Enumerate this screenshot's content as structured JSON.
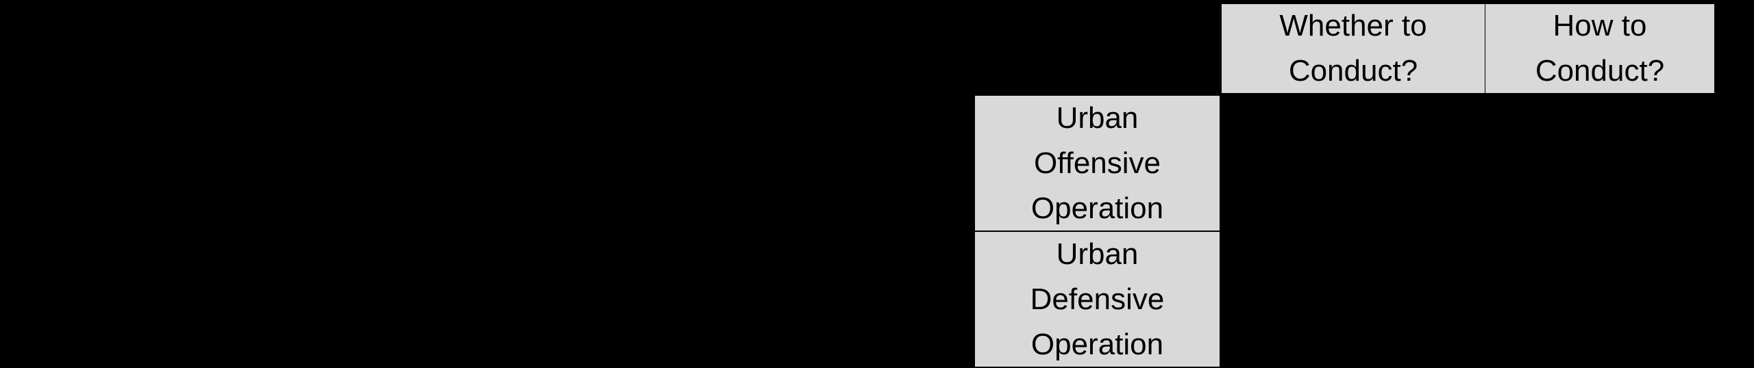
{
  "table": {
    "column_headers": [
      "Whether to\nConduct?",
      "How to\nConduct?"
    ],
    "row_headers": [
      "Urban\nOffensive\nOperation",
      "Urban\nDefensive\nOperation"
    ],
    "colors": {
      "background": "#000000",
      "header_fill": "#d9d9d9",
      "text": "#000000"
    }
  }
}
